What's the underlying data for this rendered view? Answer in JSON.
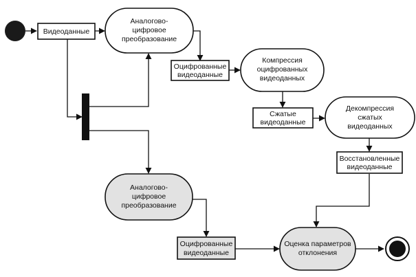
{
  "colors": {
    "line": "#111111",
    "activity_fill": "#ffffff",
    "shaded_fill": "#e2e2e2",
    "start_node": "#1a1a1a"
  },
  "nodes": {
    "video_data": "Видеоданные",
    "adc_top": [
      "Аналогово-",
      "цифровое",
      "преобразование"
    ],
    "digitized_top": [
      "Оцифрованные",
      "видеоданные"
    ],
    "compression": [
      "Компрессия",
      "оцифрованных",
      "видеоданных"
    ],
    "compressed": [
      "Сжатые",
      "видеоданные"
    ],
    "decompression": [
      "Декомпрессия",
      "сжатых",
      "видеоданных"
    ],
    "restored": [
      "Восстановленные",
      "видеоданные"
    ],
    "adc_bottom": [
      "Аналогово-",
      "цифровое",
      "преобразование"
    ],
    "digitized_bottom": [
      "Оцифрованные",
      "видеоданные"
    ],
    "evaluation": [
      "Оценка параметров",
      "отклонения"
    ]
  }
}
